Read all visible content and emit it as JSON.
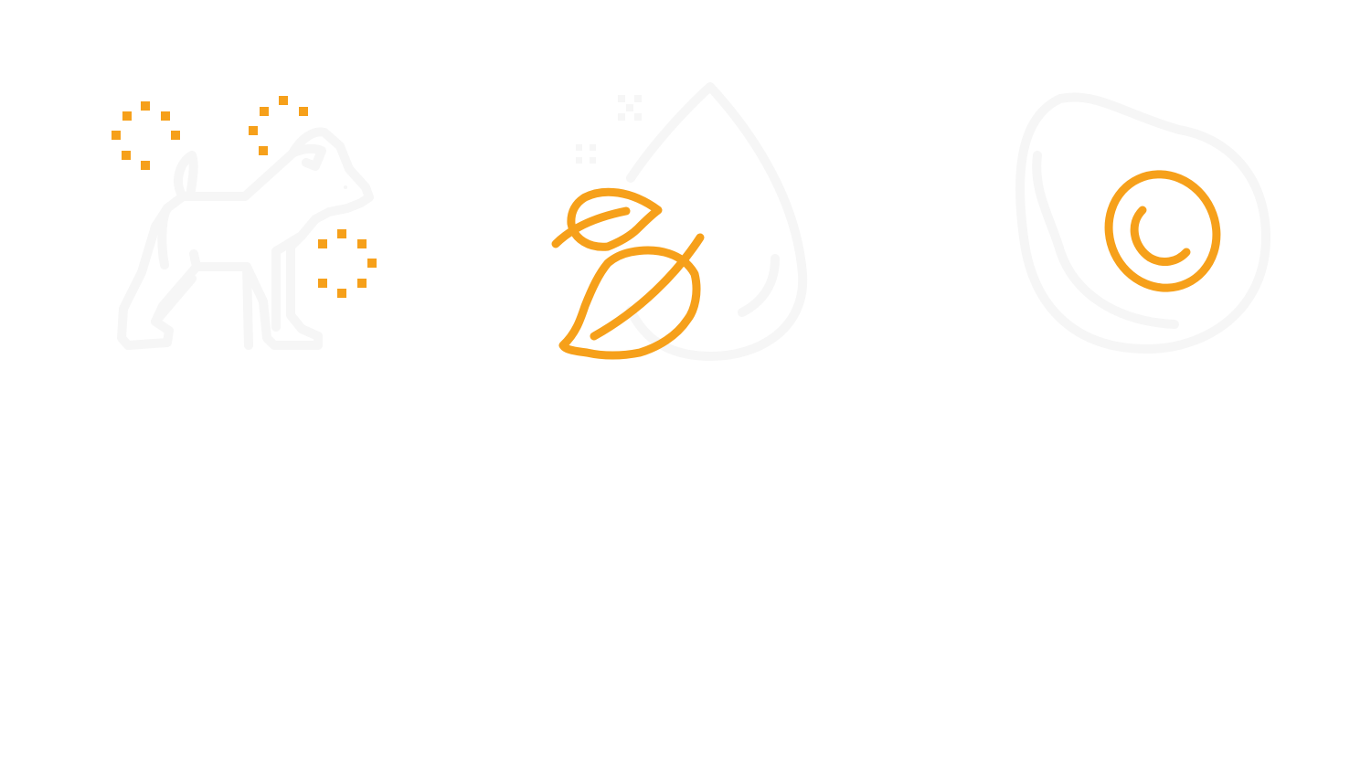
{
  "icons": [
    {
      "name": "dog-icon",
      "accent_name": "sparkle-dots"
    },
    {
      "name": "water-drop-leaf-icon",
      "accent_name": "leaves"
    },
    {
      "name": "avocado-icon",
      "accent_name": "avocado-pit"
    }
  ],
  "colors": {
    "accent": "#F6A01A",
    "outline": "#F7F7F7",
    "background": "#FFFFFF"
  }
}
